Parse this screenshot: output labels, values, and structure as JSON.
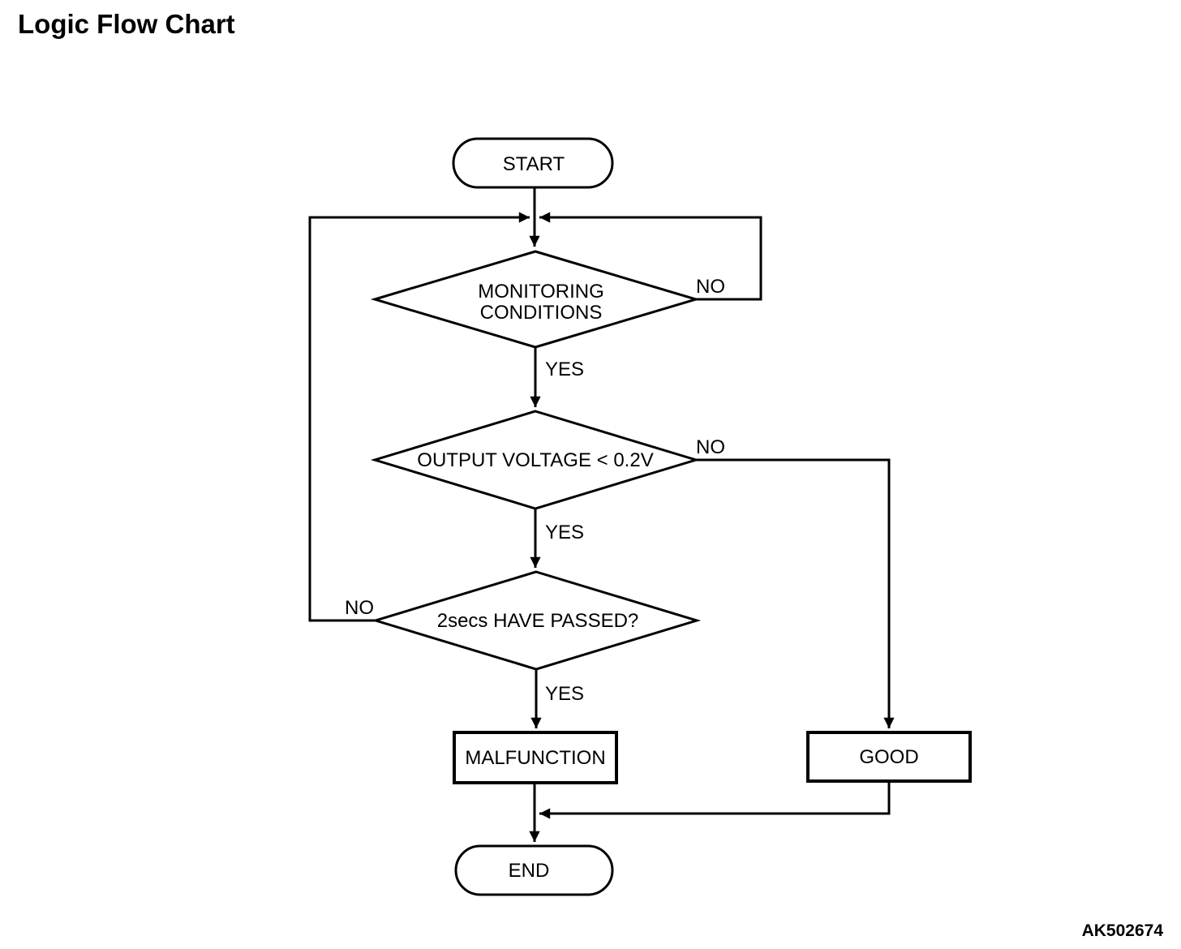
{
  "page": {
    "title": "Logic Flow Chart",
    "figure_code": "AK502674"
  },
  "flowchart": {
    "nodes": {
      "start": {
        "type": "terminator",
        "label": "START"
      },
      "monitoring_conditions": {
        "type": "decision",
        "label": "MONITORING CONDITIONS",
        "label_lines": [
          "MONITORING",
          "CONDITIONS"
        ]
      },
      "output_voltage": {
        "type": "decision",
        "label": "OUTPUT VOLTAGE < 0.2V"
      },
      "two_secs_passed": {
        "type": "decision",
        "label": "2secs HAVE PASSED?"
      },
      "malfunction": {
        "type": "process",
        "label": "MALFUNCTION"
      },
      "good": {
        "type": "process",
        "label": "GOOD"
      },
      "end": {
        "type": "terminator",
        "label": "END"
      }
    },
    "edge_labels": {
      "monitoring_yes": "YES",
      "monitoring_no": "NO",
      "output_voltage_yes": "YES",
      "output_voltage_no": "NO",
      "two_secs_yes": "YES",
      "two_secs_no": "NO"
    },
    "colors": {
      "stroke": "#000000",
      "text": "#000000",
      "background": "#ffffff"
    }
  }
}
